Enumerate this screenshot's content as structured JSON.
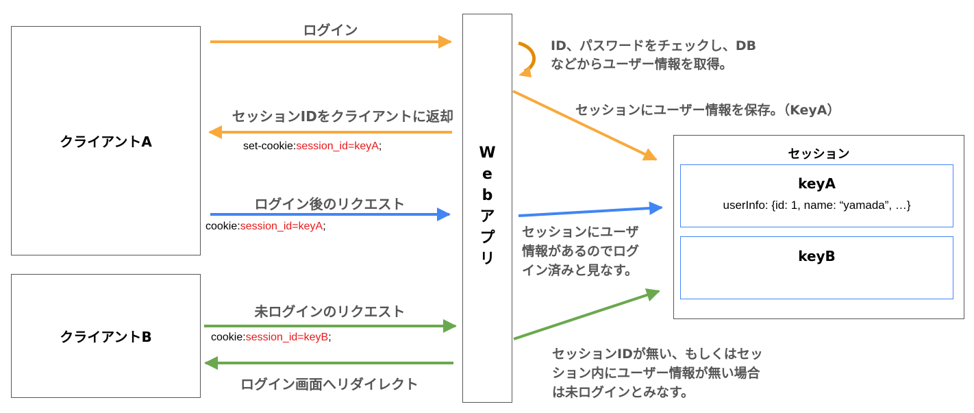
{
  "colors": {
    "orange": "#f8a93c",
    "blue": "#4285f4",
    "green": "#6aa84f",
    "red_text": "#e8191b",
    "gray_text": "#555555"
  },
  "client_a": {
    "label": "クライアントA"
  },
  "client_b": {
    "label": "クライアントB"
  },
  "webapp": {
    "chars": [
      "W",
      "e",
      "b",
      "ア",
      "プ",
      "リ"
    ]
  },
  "session": {
    "title": "セッション",
    "key_a": {
      "name": "keyA",
      "value": "userInfo: {id: 1, name: “yamada”, …}"
    },
    "key_b": {
      "name": "keyB"
    }
  },
  "arrows": {
    "login": {
      "label": "ログイン"
    },
    "return_session": {
      "label": "セッションIDをクライアントに返却",
      "code_prefix": "set-cookie:",
      "code_value": "session_id=keyA",
      "code_suffix": ";"
    },
    "request_after_login": {
      "label": "ログイン後のリクエスト",
      "code_prefix": "cookie:",
      "code_value": "session_id=keyA",
      "code_suffix": ";"
    },
    "request_not_logged_in": {
      "label": "未ログインのリクエスト",
      "code_prefix": "cookie:",
      "code_value": "session_id=keyB",
      "code_suffix": ";"
    },
    "redirect_login": {
      "label": "ログイン画面へリダイレクト"
    }
  },
  "notes": {
    "check_credentials": [
      "ID、パスワードをチェックし、DB",
      "などからユーザー情報を取得。"
    ],
    "save_session": "セッションにユーザー情報を保存。（KeyA）",
    "logged_in": [
      "セッションにユーザ",
      "情報があるのでログ",
      "イン済みと見なす。"
    ],
    "not_logged_in": [
      "セッションIDが無い、もしくはセッ",
      "ション内にユーザー情報が無い場合",
      "は未ログインとみなす。"
    ]
  }
}
